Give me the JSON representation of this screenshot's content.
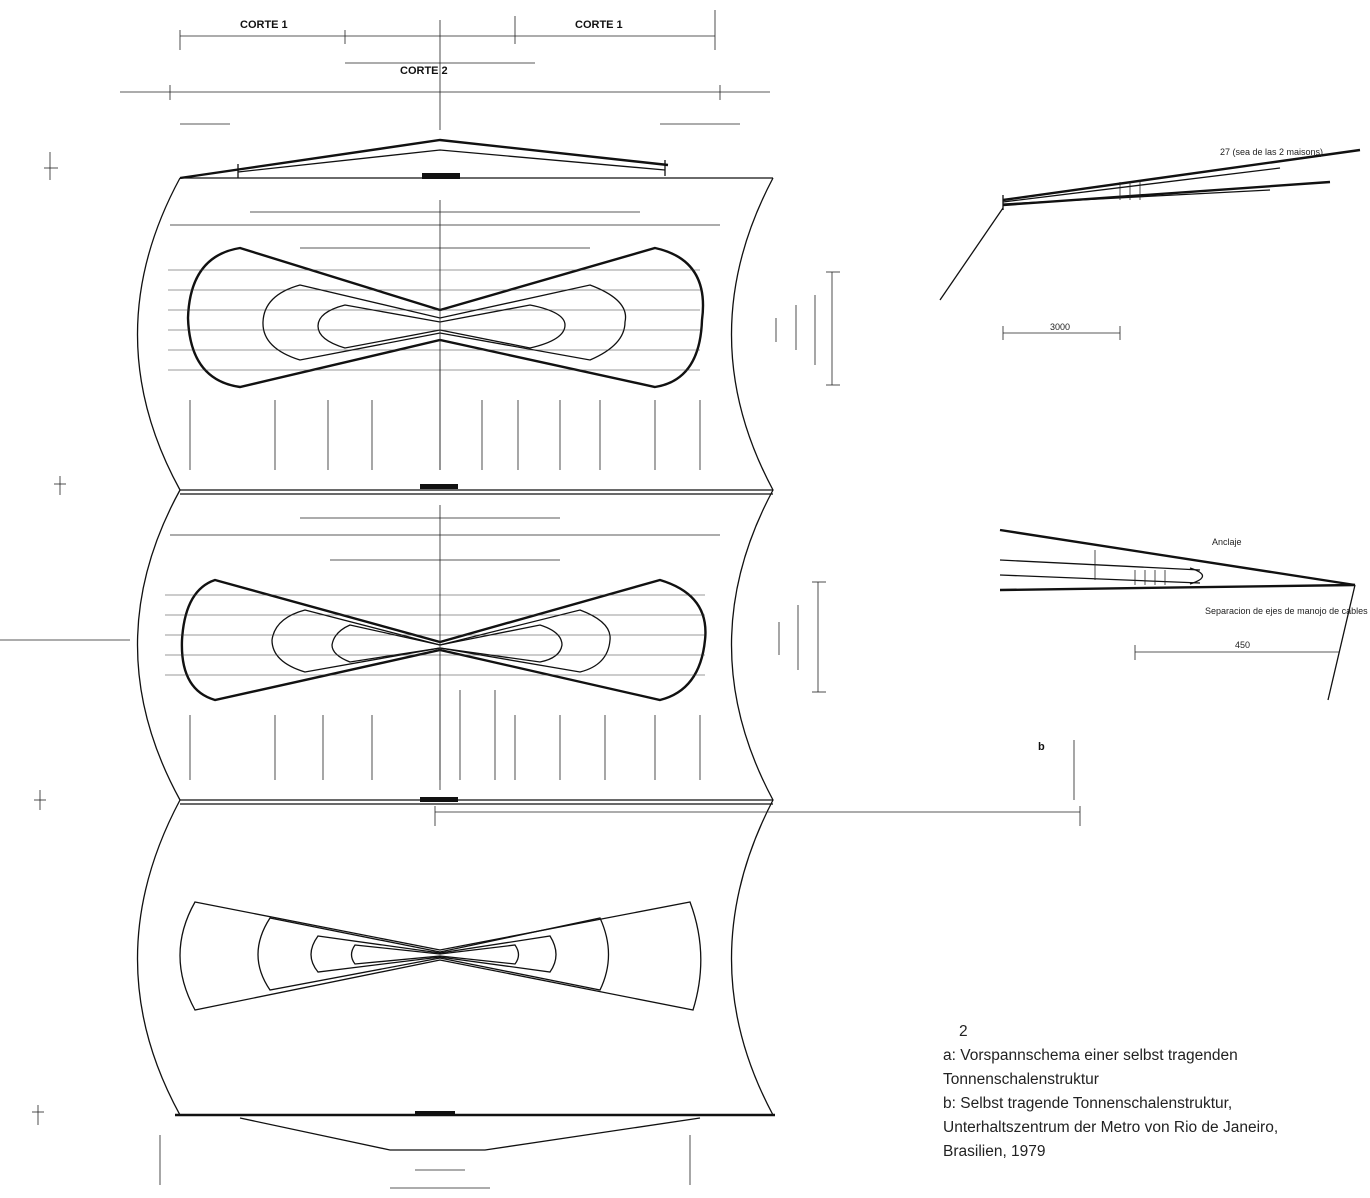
{
  "figure": {
    "number": "2",
    "caption_a_line1": "a: Vorspannschema einer selbst tragenden",
    "caption_a_line2": "Tonnenschalenstruktur",
    "caption_b_line1": "b: Selbst tragende Tonnenschalenstruktur,",
    "caption_b_line2": "Unterhaltszentrum der Metro von Rio de Janeiro,",
    "caption_b_line3": "Brasilien, 1979"
  },
  "drawing": {
    "corte_left": "CORTE 1",
    "corte_right": "CORTE 1",
    "corte_center": "CORTE 2",
    "detail_top_label": "27 (sea de las 2 maisons)",
    "detail_bottom_label": "Separacion de ejes de manojo de cables",
    "anclaje_label": "Anclaje",
    "dim_3000": "3000",
    "dim_450": "450",
    "marker_b": "b"
  },
  "colors": {
    "ink": "#111111",
    "paper": "#ffffff"
  }
}
